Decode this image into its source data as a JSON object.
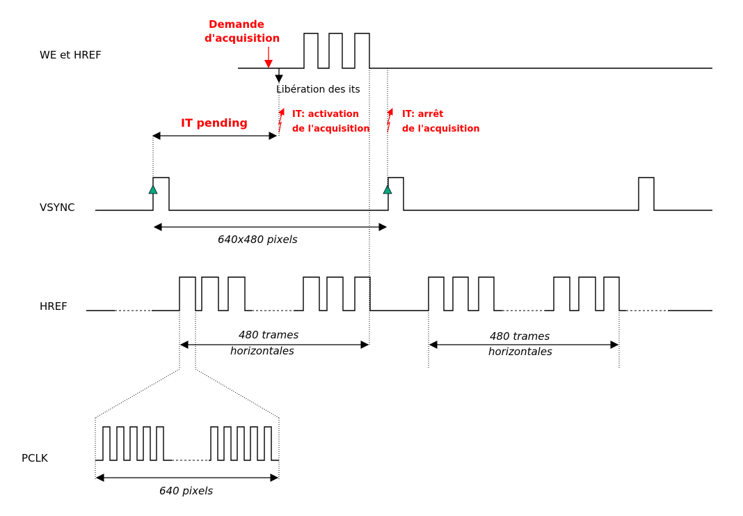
{
  "signals": {
    "we_href": "WE et HREF",
    "vsync": "VSYNC",
    "href": "HREF",
    "pclk": "PCLK"
  },
  "annotations": {
    "demande_line1": "Demande",
    "demande_line2": "d'acquisition",
    "liberation": "Libération des its",
    "it_pending": "IT pending",
    "it_activation_line1": "IT: activation",
    "it_activation_line2": "de l'acquisition",
    "it_arret_line1": "IT: arrêt",
    "it_arret_line2": "de l'acquisition"
  },
  "measures": {
    "frame": "640x480 pixels",
    "lines_a_line1": "480 trames",
    "lines_a_line2": "horizontales",
    "lines_b_line1": "480 trames",
    "lines_b_line2": "horizontales",
    "pixels": "640 pixels"
  },
  "colors": {
    "annotation": "#ff0000",
    "edge_marker": "#00a884",
    "line": "#000000"
  }
}
